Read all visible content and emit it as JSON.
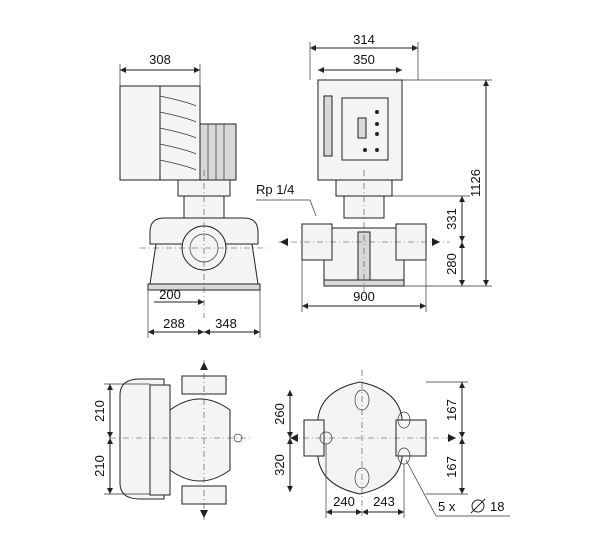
{
  "dimensions": {
    "d308": "308",
    "d314": "314",
    "d350": "350",
    "d1126": "1126",
    "d331": "331",
    "d280": "280",
    "d900": "900",
    "d200": "200",
    "d288": "288",
    "d348": "348",
    "d210_top": "210",
    "d210_bottom": "210",
    "d260": "260",
    "d320": "320",
    "d167_top": "167",
    "d167_bottom": "167",
    "d240": "240",
    "d243": "243"
  },
  "labels": {
    "port": "Rp 1/4",
    "holes": "5 x",
    "hole_diameter": "18"
  },
  "colors": {
    "line": "#222222",
    "background": "#ffffff"
  }
}
